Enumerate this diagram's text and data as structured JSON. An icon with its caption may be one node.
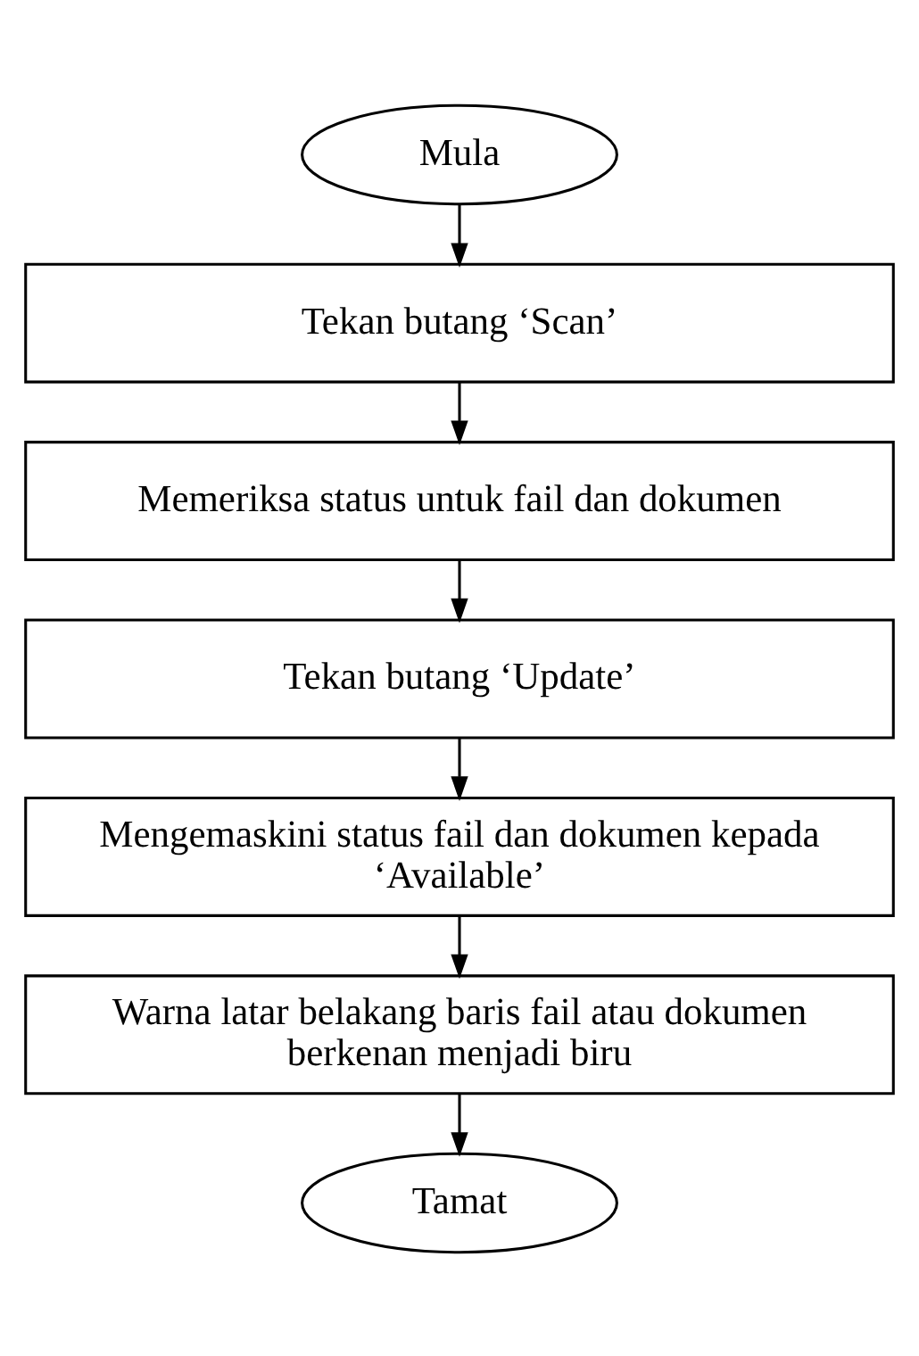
{
  "diagram": {
    "nodes": [
      {
        "text": [
          "Mula"
        ]
      },
      {
        "text": [
          "Tekan butang ‘Scan’"
        ]
      },
      {
        "text": [
          "Memeriksa status untuk fail dan dokumen"
        ]
      },
      {
        "text": [
          "Tekan butang ‘Update’"
        ]
      },
      {
        "text": [
          "Mengemaskini status fail dan dokumen kepada ‘Available’"
        ]
      },
      {
        "text": [
          "Warna latar belakang baris fail atau dokumen berkenan menjadi biru"
        ]
      },
      {
        "text": [
          "Tamat"
        ]
      }
    ],
    "edges": [
      {
        "from": 0,
        "to": 1,
        "arrow": "to"
      },
      {
        "from": 1,
        "to": 2,
        "arrow": "to"
      },
      {
        "from": 2,
        "to": 3,
        "arrow": "to"
      },
      {
        "from": 3,
        "to": 4,
        "arrow": "to"
      },
      {
        "from": 4,
        "to": 5,
        "arrow": "to"
      },
      {
        "from": 5,
        "to": 6,
        "arrow": "to"
      }
    ]
  }
}
